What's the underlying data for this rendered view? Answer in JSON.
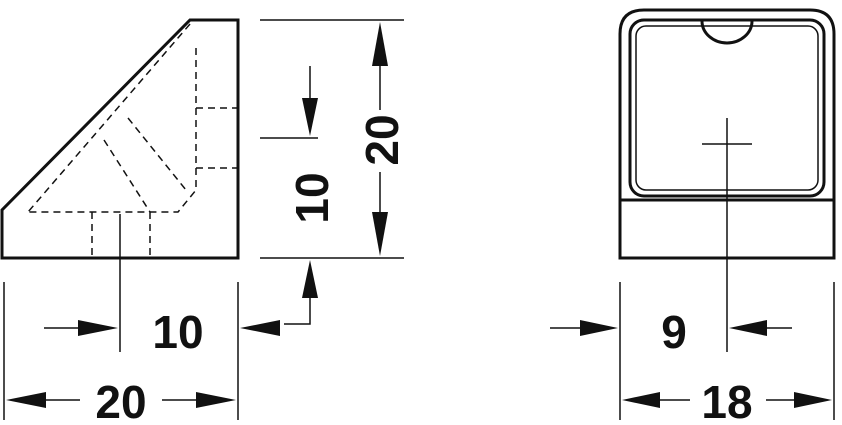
{
  "drawing": {
    "side_view": {
      "dim_height_total": "20",
      "dim_height_half": "10",
      "dim_width_half": "10",
      "dim_width_total": "20"
    },
    "front_view": {
      "dim_half_width": "9",
      "dim_total_width": "18"
    },
    "colors": {
      "line": "#111111",
      "background": "#ffffff"
    }
  }
}
